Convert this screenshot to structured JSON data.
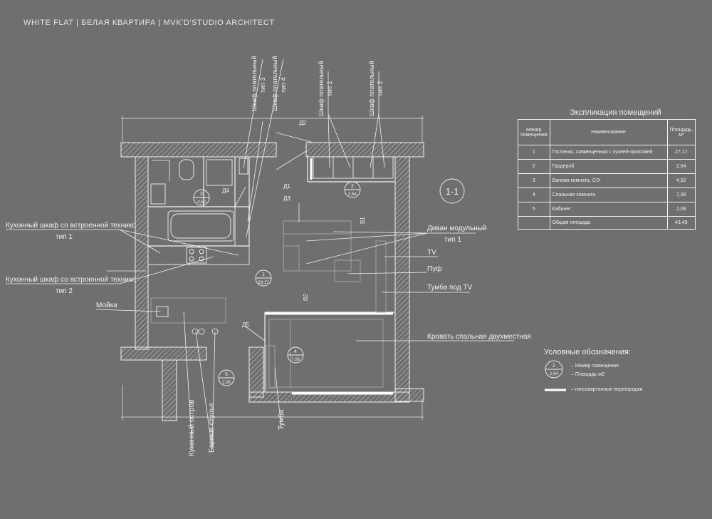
{
  "header": {
    "title": "WHITE FLAT | БЕЛАЯ КВАРТИРА | MVK'D'STUDIO ARCHITECT"
  },
  "section_mark": "1-1",
  "doors": {
    "d1": "Д1",
    "d2": "Д2",
    "d3": "Д3",
    "d4": "Д4",
    "d5": "Д5"
  },
  "windows": {
    "o1": "В1",
    "o2": "В2"
  },
  "rooms": [
    {
      "num": "1",
      "area": "23,17"
    },
    {
      "num": "2",
      "area": "2,64"
    },
    {
      "num": "3",
      "area": "4,52"
    },
    {
      "num": "4",
      "area": "7,08"
    },
    {
      "num": "5",
      "area": "2,08"
    }
  ],
  "callouts": {
    "wardrobe3": [
      "Шкаф плательный",
      "тип 3"
    ],
    "wardrobe4": [
      "Шкаф плательный",
      "тип 4"
    ],
    "wardrobe1": [
      "Шкаф плательный",
      "тип 1"
    ],
    "wardrobe2": [
      "Шкаф плательный",
      "тип 2"
    ],
    "kitchen1": [
      "Кухонный шкаф со встроенной технико",
      "тип 1"
    ],
    "kitchen2": [
      "Кухонный шкаф со встроенной технико",
      "тип 2"
    ],
    "sink": "Мойка",
    "sofa": [
      "Диван модульный",
      "тип 1"
    ],
    "tv": "TV",
    "pouf": "Пуф",
    "tv_stand": "Тумба под TV",
    "bed": "Кровать спальная двухместная",
    "kitchen_island": "Кухонный остров",
    "bar_stools": "Барные стулья",
    "nightstand": "Тумба"
  },
  "explication": {
    "title": "Экспликация помещений",
    "headers": [
      "Номер помещения",
      "Наименование",
      "Площадь, м²"
    ],
    "rows": [
      {
        "num": "1",
        "name": "Гостиная, совмещенная с кухней-прихожей",
        "area": "27,17"
      },
      {
        "num": "2",
        "name": "Гардероб",
        "area": "2,64"
      },
      {
        "num": "3",
        "name": "Ванная комната, С/У",
        "area": "4,52"
      },
      {
        "num": "4",
        "name": "Спальная комната",
        "area": "7,08"
      },
      {
        "num": "5",
        "name": "Кабинет",
        "area": "2,08"
      }
    ],
    "total": {
      "name": "Общая площадь",
      "area": "43,49"
    }
  },
  "legend": {
    "title": "Условные обозначения:",
    "room_num_label": "– Номер помещения",
    "area_label": "– Площадь м2",
    "partition_label": "– гипсокартонные перегородки",
    "sample_num": "2",
    "sample_area": "2,64"
  },
  "colors": {
    "background": "#6f6f6f",
    "line": "#f2f2f2",
    "furniture": "#a8a8a8"
  }
}
